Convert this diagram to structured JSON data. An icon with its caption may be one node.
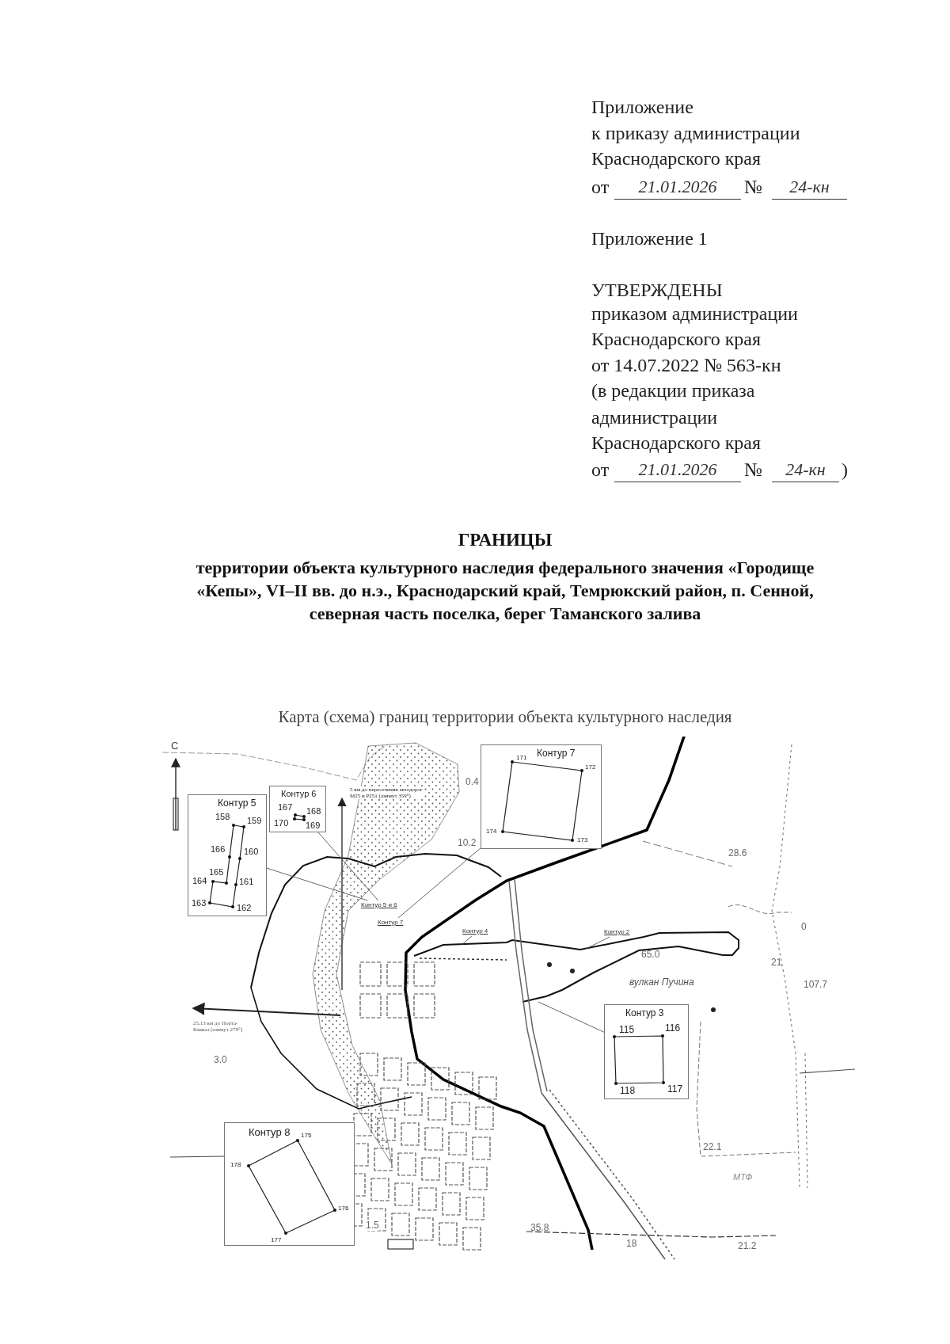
{
  "diagram": {
    "title": "ГРАНИЦЫ",
    "nodes": [
      {
        "text": [
          "Контур 7",
          "171",
          "172",
          "173",
          "174"
        ]
      },
      {
        "text": [
          "Контур 6",
          "167",
          "168",
          "170",
          "169"
        ]
      },
      {
        "text": [
          "Контур 5",
          "158",
          "159",
          "166",
          "160",
          "165",
          "164",
          "161",
          "163",
          "162"
        ]
      },
      {
        "text": [
          "Контур 5 и 6"
        ]
      },
      {
        "text": [
          "Контур 7"
        ]
      },
      {
        "text": [
          "Контур 4"
        ]
      },
      {
        "text": [
          "Контур 2"
        ]
      },
      {
        "text": [
          "Контур 3",
          "115",
          "116",
          "118",
          "117"
        ]
      },
      {
        "text": [
          "Контур 8",
          "175",
          "178",
          "176",
          "177"
        ]
      }
    ],
    "edges": [
      {
        "from": 3,
        "to": 1,
        "arrow": "none"
      },
      {
        "from": 3,
        "to": 2,
        "arrow": "none"
      },
      {
        "from": 4,
        "to": 0,
        "arrow": "none"
      },
      {
        "from": 5,
        "to": null,
        "arrow": "none"
      },
      {
        "from": 6,
        "to": null,
        "arrow": "none"
      },
      {
        "from": 7,
        "to": null,
        "arrow": "none"
      }
    ],
    "labels": [
      "Приложение",
      "к приказу администрации",
      "Краснодарского края",
      "от",
      "21.01.2026",
      "№",
      "24-кн",
      "Приложение 1",
      "УТВЕРЖДЕНЫ",
      "приказом администрации",
      "Краснодарского края",
      "от 14.07.2022 № 563-кн",
      "(в редакции приказа",
      "администрации",
      "Краснодарского края",
      "от",
      "21.01.2026",
      "№",
      "24-кн",
      ")",
      "территории объекта культурного наследия федерального значения «Городище «Кепы», VI–II вв. до н.э., Краснодарский край, Темрюкский район, п. Сенной, северная часть поселка, берег Таманского залива",
      "Карта (схема) границ территории объекта культурного наследия",
      "С",
      "5 км до пересечения автодорог М25 и Р251 (азимут 359°)",
      "0.4",
      "10.2",
      "28.6",
      "65.0",
      "0",
      "21",
      "вулкан Пучина",
      "107.7",
      "25,13 км до Порта-Кавказ (азимут 279°)",
      "3.0",
      "22.1",
      "МТФ",
      "1.5",
      "35.8",
      "18",
      "21.2"
    ]
  }
}
